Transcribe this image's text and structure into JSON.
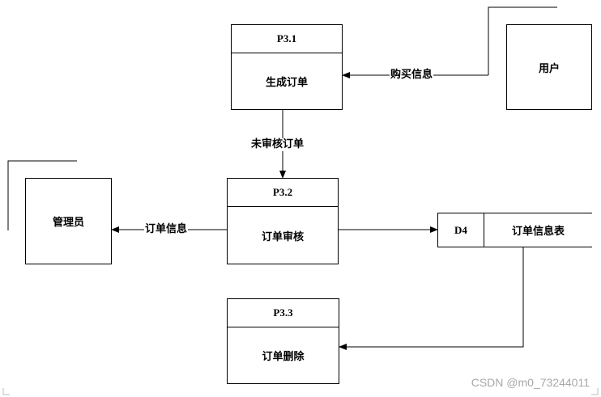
{
  "entities": {
    "user": "用户",
    "admin": "管理员"
  },
  "processes": [
    {
      "id": "P3.1",
      "name": "生成订单"
    },
    {
      "id": "P3.2",
      "name": "订单审核"
    },
    {
      "id": "P3.3",
      "name": "订单删除"
    }
  ],
  "datastore": {
    "id": "D4",
    "name": "订单信息表"
  },
  "flows": {
    "purchase_info": "购买信息",
    "unreviewed_order": "未审核订单",
    "order_info": "订单信息"
  },
  "watermark": "CSDN @m0_73244011"
}
